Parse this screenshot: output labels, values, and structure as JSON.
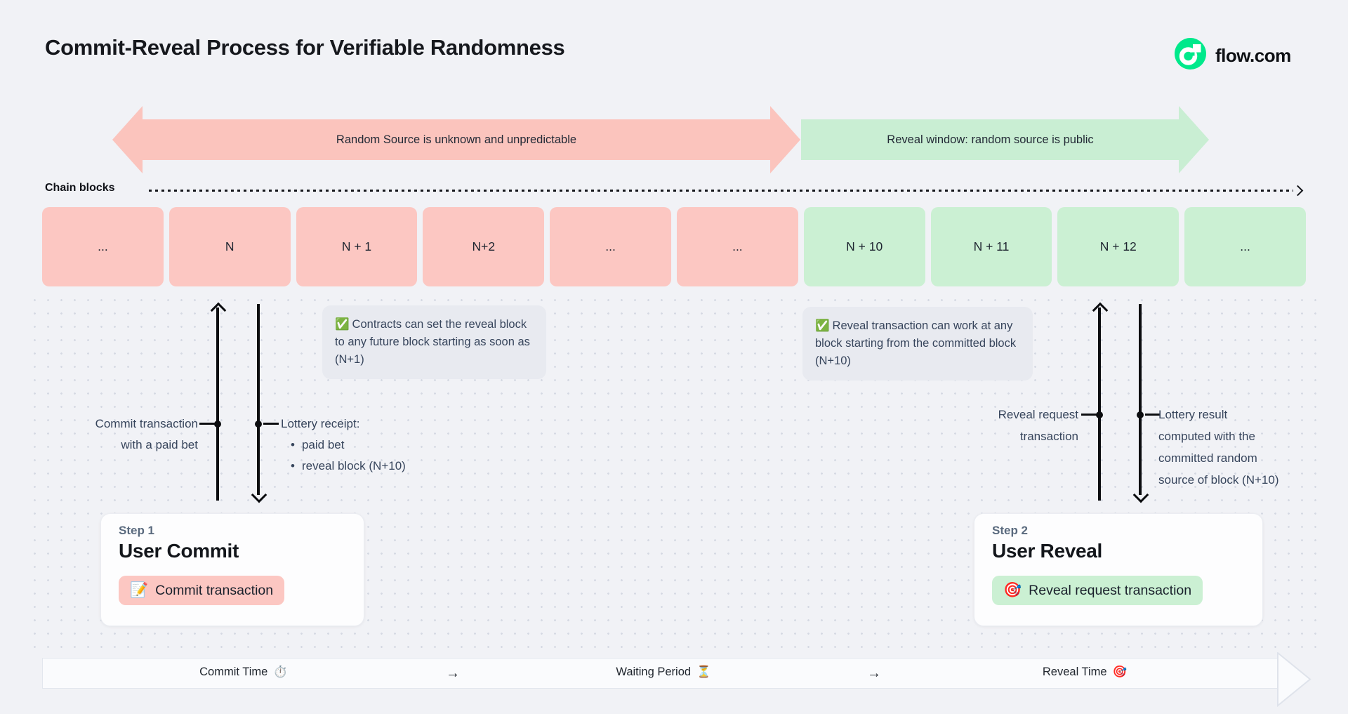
{
  "header": {
    "title": "Commit-Reveal Process for Verifiable Randomness",
    "brand": "flow.com"
  },
  "phases": {
    "unknown": {
      "label": "Random Source is unknown and unpredictable"
    },
    "reveal": {
      "label": "Reveal window: random source is public"
    }
  },
  "chain": {
    "label": "Chain blocks",
    "blocks": [
      {
        "label": "..."
      },
      {
        "label": "N"
      },
      {
        "label": "N + 1"
      },
      {
        "label": "N+2"
      },
      {
        "label": "..."
      },
      {
        "label": "..."
      },
      {
        "label": "N + 10"
      },
      {
        "label": "N + 11"
      },
      {
        "label": "N + 12"
      },
      {
        "label": "..."
      }
    ]
  },
  "callouts": {
    "check_icon": "✅",
    "commit": {
      "text": "Contracts can set the reveal block to any future block starting as soon as (N+1)"
    },
    "reveal": {
      "text": "Reveal transaction can work at any block starting from the committed block (N+10)"
    }
  },
  "annotations": {
    "bullet_char": "•",
    "commit_up": {
      "line1": "Commit transaction",
      "line2": "with a paid bet"
    },
    "commit_down": {
      "title": "Lottery receipt:",
      "bullets": [
        "paid bet",
        "reveal block (N+10)"
      ]
    },
    "reveal_up": {
      "line1": "Reveal request",
      "line2": "transaction"
    },
    "reveal_down": {
      "lines": [
        "Lottery result",
        "computed with the",
        "committed random",
        "source of block (N+10)"
      ]
    }
  },
  "steps": [
    {
      "step": "Step 1",
      "title": "User Commit",
      "pill_icon": "📝",
      "pill_label": "Commit transaction"
    },
    {
      "step": "Step 2",
      "title": "User Reveal",
      "pill_icon": "🎯",
      "pill_label": "Reveal request transaction"
    }
  ],
  "timeline": {
    "arrow": "→",
    "segments": [
      {
        "label": "Commit Time",
        "icon": "⏱️"
      },
      {
        "label": "Waiting Period",
        "icon": "⏳"
      },
      {
        "label": "Reveal Time",
        "icon": "🎯"
      }
    ]
  },
  "colors": {
    "background": "#F1F2F6",
    "phase_unknown": "#FBC4BD",
    "phase_reveal": "#C9EED3",
    "block_unknown": "#FCC7C2",
    "block_reveal": "#CBF0D3",
    "callout_bg": "#E8EAF0",
    "card_bg": "#FDFDFE",
    "brand_green": "#00E98B",
    "text_primary": "#16181D",
    "text_secondary": "#37455C",
    "step_label": "#5A6A7E",
    "arrow_black": "#0C0D10"
  }
}
